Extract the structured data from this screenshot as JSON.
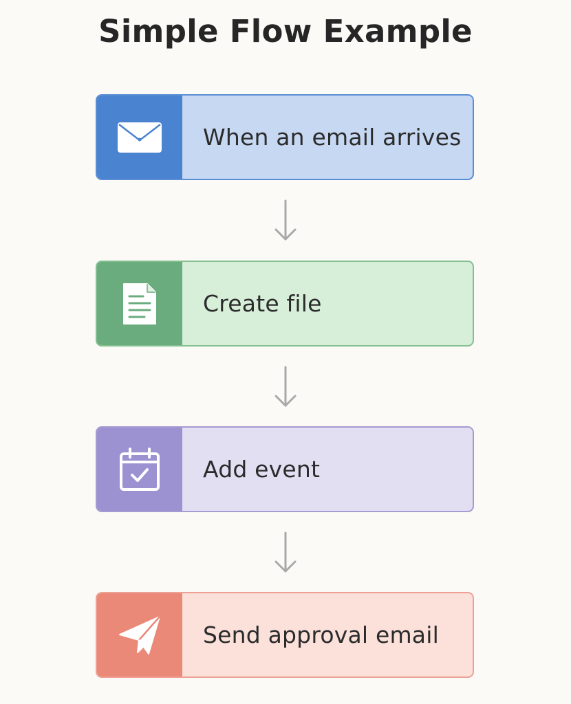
{
  "title": "Simple Flow Example",
  "colors": {
    "background": "#fbfaf7",
    "arrow": "#a8a8a8",
    "email_accent": "#4a83d0",
    "email_fill": "#c7d8f2",
    "file_accent": "#6aac7d",
    "file_fill": "#d7efd9",
    "event_accent": "#9c91d1",
    "event_fill": "#e3dff3",
    "send_accent": "#ea8978",
    "send_fill": "#fbe1da"
  },
  "steps": [
    {
      "label": "When an email arrives",
      "icon": "envelope-icon"
    },
    {
      "label": "Create file",
      "icon": "document-icon"
    },
    {
      "label": "Add event",
      "icon": "calendar-check-icon"
    },
    {
      "label": "Send approval email",
      "icon": "paper-plane-icon"
    }
  ],
  "connectors": [
    {
      "icon": "arrow-down-icon"
    },
    {
      "icon": "arrow-down-icon"
    },
    {
      "icon": "arrow-down-icon"
    }
  ]
}
